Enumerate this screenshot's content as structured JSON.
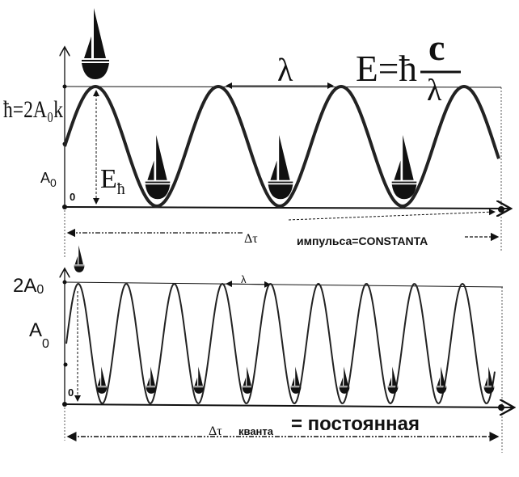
{
  "top_diagram": {
    "y_label_top": "ħ=2A₀k",
    "y_label_mid": "A",
    "y_label_mid_sub": "0",
    "y_label_zero": "0",
    "energy_label": "E",
    "energy_label_sub": "ħ",
    "wavelength_label": "λ",
    "formula_lhs": "E=ħ",
    "formula_num": "c",
    "formula_den": "λ",
    "duration_symbol": "Δτ",
    "duration_sub": "импульса=CONSTANTA"
  },
  "bottom_diagram": {
    "y_label_top": "2A",
    "y_label_top_sub": "0",
    "y_label_mid": "A",
    "y_label_mid_sub": "0",
    "y_label_zero": "0",
    "wavelength_label": "λ",
    "duration_symbol": "Δτ",
    "duration_sub": "кванта",
    "duration_text": "= постоянная"
  },
  "colors": {
    "ink": "#111111",
    "background": "#ffffff"
  }
}
